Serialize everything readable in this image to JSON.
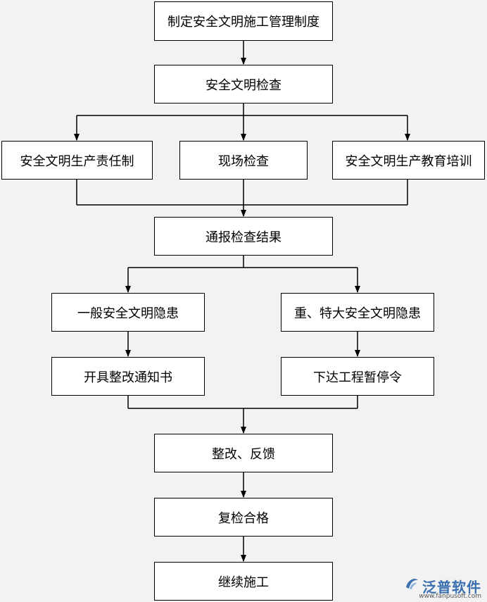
{
  "nodes": {
    "n1": "制定安全文明施工管理制度",
    "n2": "安全文明检查",
    "n3": "安全文明生产责任制",
    "n4": "现场检查",
    "n5": "安全文明生产教育培训",
    "n6": "通报检查结果",
    "n7": "一般安全文明隐患",
    "n8": "重、特大安全文明隐患",
    "n9": "开具整改通知书",
    "n10": "下达工程暂停令",
    "n11": "整改、反馈",
    "n12": "复检合格",
    "n13": "继续施工"
  },
  "watermark": {
    "name": "泛普软件",
    "url": "www.fanpusoft.com"
  },
  "colors": {
    "background": "#f2f2f2",
    "box_fill": "#ffffff",
    "line": "#000000",
    "logo": "#3a6fb0"
  }
}
